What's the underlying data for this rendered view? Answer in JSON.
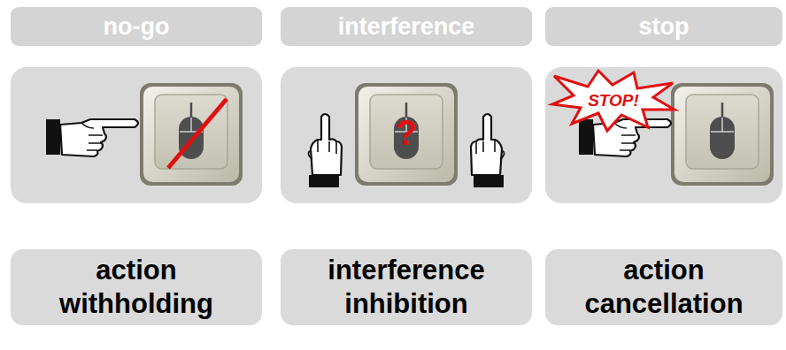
{
  "diagram": {
    "nodes": [
      {
        "text": [
          "no-go"
        ]
      },
      {
        "text": [
          "interference"
        ]
      },
      {
        "text": [
          "stop"
        ]
      },
      {
        "text": [
          "action withholding"
        ]
      },
      {
        "text": [
          "interference inhibition"
        ]
      },
      {
        "text": [
          "action cancellation"
        ]
      }
    ],
    "labels": [
      "?",
      "STOP!"
    ]
  }
}
